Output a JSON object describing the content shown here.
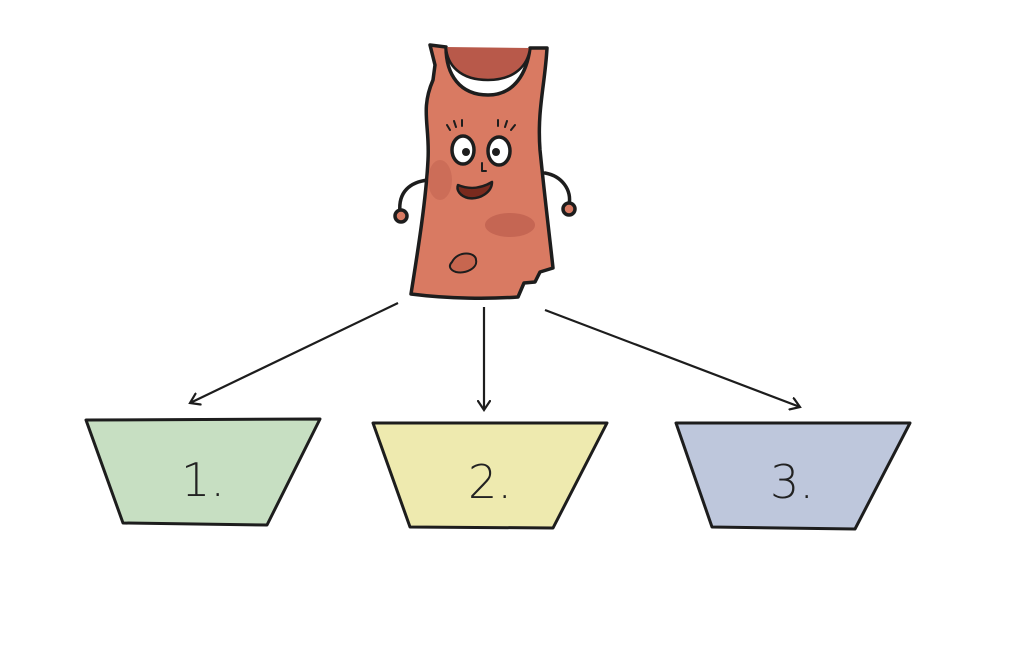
{
  "colors": {
    "shirt": "#d97a62",
    "shirt_shadow": "#b8594a",
    "outline": "#1d1d1d",
    "box_1": "#c7dfc2",
    "box_2": "#eeeaaf",
    "box_3": "#bec7dc"
  },
  "boxes": [
    {
      "label": "1."
    },
    {
      "label": "2."
    },
    {
      "label": "3."
    }
  ]
}
